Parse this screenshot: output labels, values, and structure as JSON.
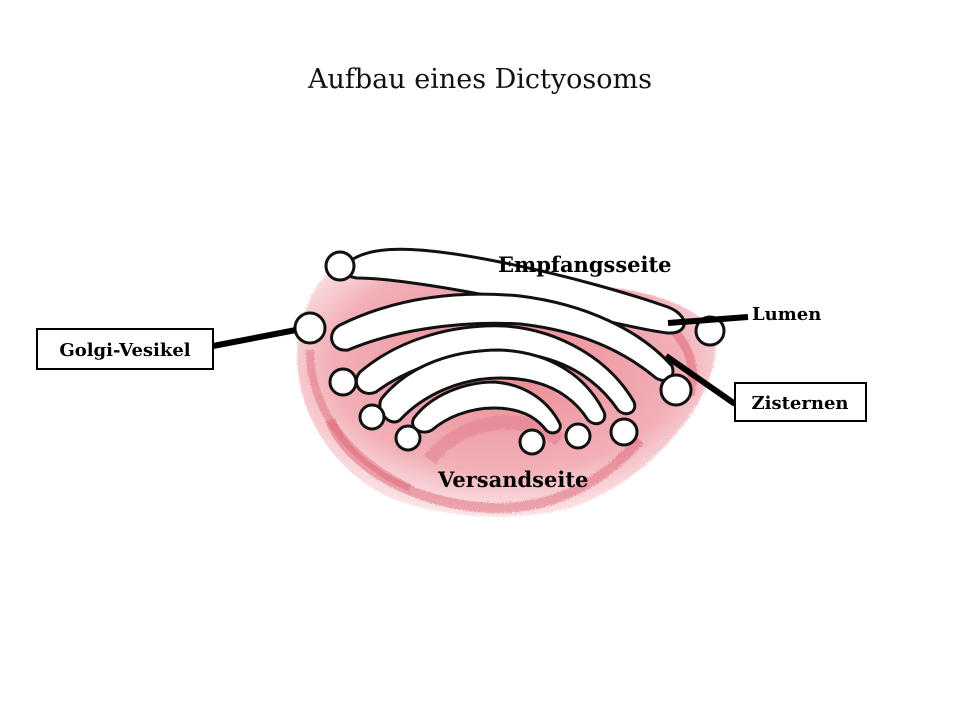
{
  "title": "Aufbau eines Dictyosoms",
  "labels": {
    "top": "Empfangsseite",
    "bottom": "Versandseite",
    "lumen": "Lumen",
    "vesicle": "Golgi-Vesikel",
    "cisternae": "Zisternen"
  },
  "colors": {
    "membrane_shading": "#e8727f",
    "membrane_light": "#f3b3bb",
    "outline": "#111111",
    "background": "#ffffff"
  }
}
